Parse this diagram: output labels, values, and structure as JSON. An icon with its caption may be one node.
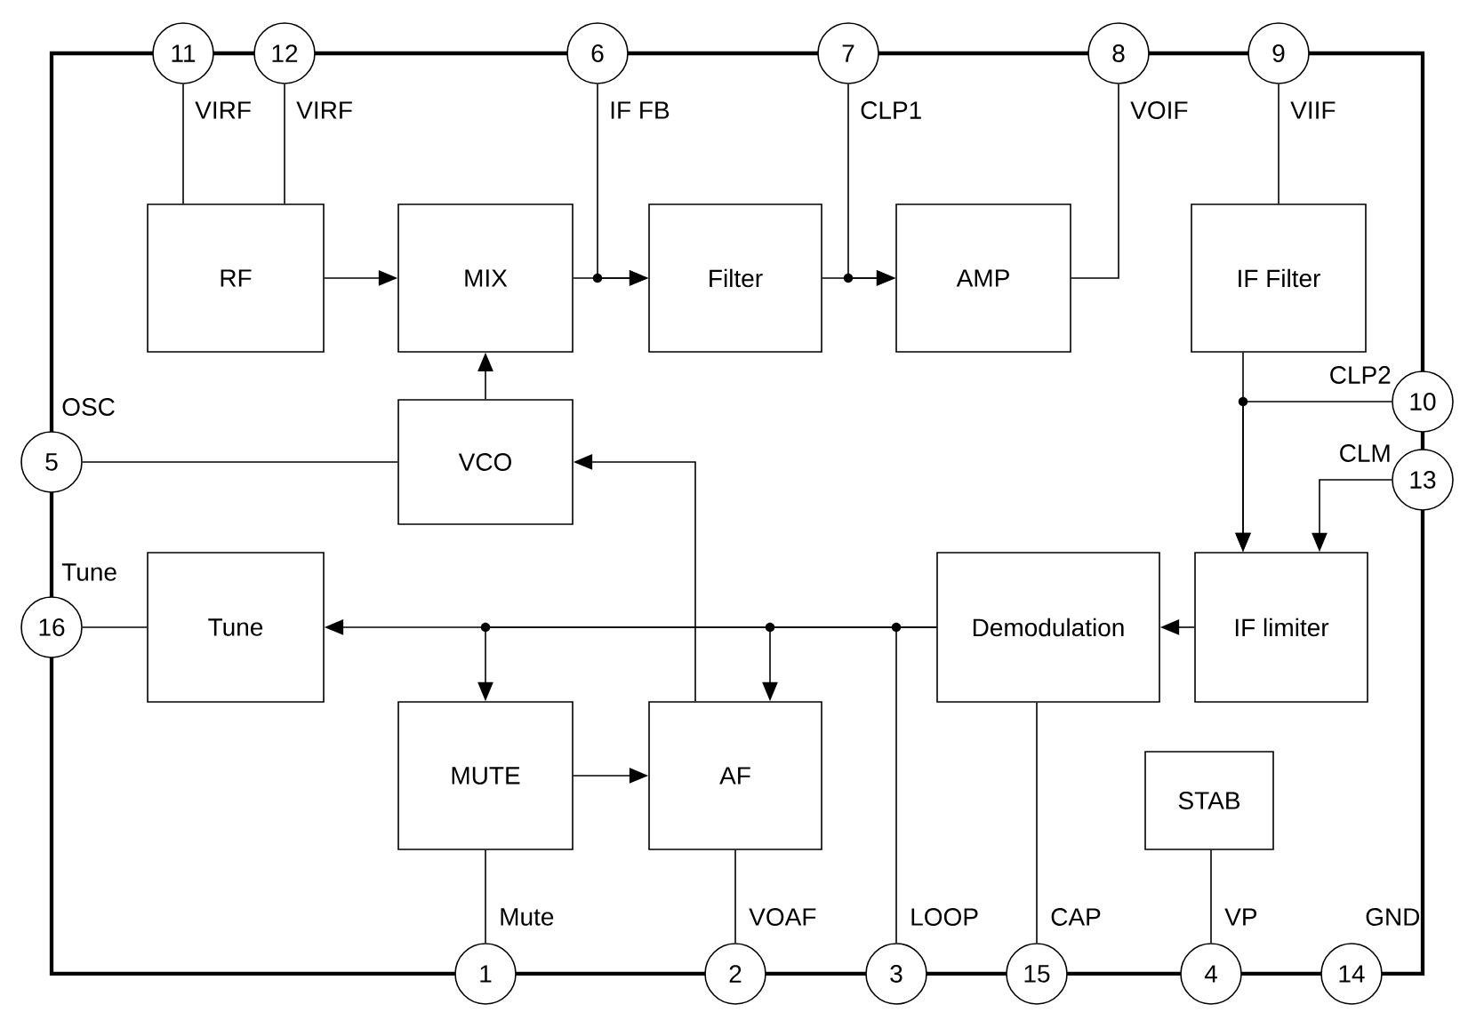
{
  "diagram": {
    "nodes": [
      {
        "text": [
          "11"
        ],
        "beside": [
          "VIRF"
        ]
      },
      {
        "text": [
          "12"
        ],
        "beside": [
          "VIRF"
        ]
      },
      {
        "text": [
          "6"
        ],
        "beside": [
          "IF FB"
        ]
      },
      {
        "text": [
          "7"
        ],
        "beside": [
          "CLP1"
        ]
      },
      {
        "text": [
          "8"
        ],
        "beside": [
          "VOIF"
        ]
      },
      {
        "text": [
          "9"
        ],
        "beside": [
          "VIIF"
        ]
      },
      {
        "text": [
          "RF"
        ]
      },
      {
        "text": [
          "MIX"
        ]
      },
      {
        "text": [
          "Filter"
        ]
      },
      {
        "text": [
          "AMP"
        ]
      },
      {
        "text": [
          "IF Filter"
        ]
      },
      {
        "text": [
          "5"
        ],
        "beside": [
          "OSC"
        ]
      },
      {
        "text": [
          "10"
        ],
        "beside": [
          "CLP2"
        ]
      },
      {
        "text": [
          "VCO"
        ]
      },
      {
        "text": [
          "13"
        ],
        "beside": [
          "CLM"
        ]
      },
      {
        "text": [
          "16"
        ],
        "beside": [
          "Tune"
        ]
      },
      {
        "text": [
          "Tune"
        ]
      },
      {
        "text": [
          "Demodulation"
        ]
      },
      {
        "text": [
          "IF limiter"
        ]
      },
      {
        "text": [
          "MUTE"
        ]
      },
      {
        "text": [
          "AF"
        ]
      },
      {
        "text": [
          "STAB"
        ]
      },
      {
        "text": [
          "1"
        ],
        "beside": [
          "Mute"
        ]
      },
      {
        "text": [
          "2"
        ],
        "beside": [
          "VOAF"
        ]
      },
      {
        "text": [
          "3"
        ],
        "beside": [
          "LOOP"
        ]
      },
      {
        "text": [
          "15"
        ],
        "beside": [
          "CAP"
        ]
      },
      {
        "text": [
          "4"
        ],
        "beside": [
          "VP"
        ]
      },
      {
        "text": [
          "14"
        ],
        "beside": [
          "GND"
        ]
      }
    ],
    "edges": [
      {
        "from": 0,
        "to": 6,
        "arrow": "none"
      },
      {
        "from": 1,
        "to": 6,
        "arrow": "none"
      },
      {
        "from": 6,
        "to": 7,
        "arrow": "to"
      },
      {
        "from": 7,
        "to": 8,
        "arrow": "to"
      },
      {
        "from": 2,
        "to": 8,
        "arrow": "to"
      },
      {
        "from": 8,
        "to": 9,
        "arrow": "to"
      },
      {
        "from": 3,
        "to": 9,
        "arrow": "to"
      },
      {
        "from": 9,
        "to": 4,
        "arrow": "none"
      },
      {
        "from": 5,
        "to": 10,
        "arrow": "none"
      },
      {
        "from": 10,
        "to": 18,
        "arrow": "to"
      },
      {
        "from": 12,
        "to": 18,
        "arrow": "to"
      },
      {
        "from": 14,
        "to": 18,
        "arrow": "to"
      },
      {
        "from": 18,
        "to": 17,
        "arrow": "to"
      },
      {
        "from": 17,
        "to": 16,
        "arrow": "to"
      },
      {
        "from": 17,
        "to": 19,
        "arrow": "to"
      },
      {
        "from": 17,
        "to": 20,
        "arrow": "to"
      },
      {
        "from": 17,
        "to": 24,
        "arrow": "none"
      },
      {
        "from": 19,
        "to": 20,
        "arrow": "to"
      },
      {
        "from": 20,
        "to": 13,
        "arrow": "to"
      },
      {
        "from": 13,
        "to": 7,
        "arrow": "to"
      },
      {
        "from": 11,
        "to": 13,
        "arrow": "none"
      },
      {
        "from": 15,
        "to": 16,
        "arrow": "none"
      },
      {
        "from": 19,
        "to": 22,
        "arrow": "none"
      },
      {
        "from": 20,
        "to": 23,
        "arrow": "none"
      },
      {
        "from": 17,
        "to": 25,
        "arrow": "none"
      },
      {
        "from": 21,
        "to": 26,
        "arrow": "none"
      }
    ]
  }
}
